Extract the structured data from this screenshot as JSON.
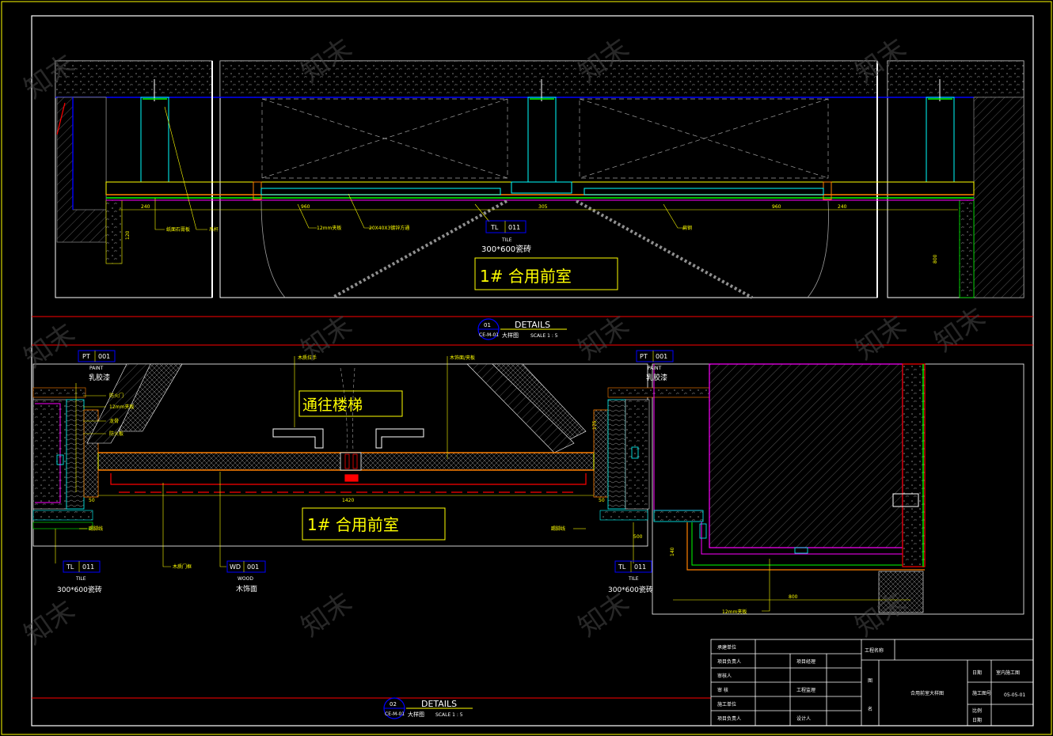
{
  "colors": {
    "background": "#000000",
    "frame": "#ffffff",
    "annotation": "#ffff00",
    "structure": "#00ffff",
    "ceiling": "#0000ff",
    "section_line": "#ff0000",
    "finish_line": "#00ff00",
    "wall_magenta": "#ff00ff",
    "wood": "#ff8000",
    "hatch": "#808080"
  },
  "top_detail": {
    "room_label": "1# 合用前室",
    "tag_code": "TL",
    "tag_number": "011",
    "tag_type": "TILE",
    "tag_spec": "300*600瓷砖",
    "notes": [
      "纸面石膏板",
      "吊杆",
      "12mm夹板",
      "20X40X3镀锌方通",
      "扁钢"
    ],
    "dims": [
      "240",
      "960",
      "305",
      "960",
      "240",
      "120",
      "800"
    ],
    "title_number": "01",
    "title_ref": "CE-M-01",
    "title_text": "DETAILS",
    "title_cn": "大样图",
    "title_scale": "SCALE  1 : 5"
  },
  "bottom_detail": {
    "room_label": "1# 合用前室",
    "stair_label": "通往楼梯",
    "left_tag": {
      "code": "PT",
      "number": "001",
      "type": "PAINT",
      "spec": "乳胶漆"
    },
    "right_tag": {
      "code": "PT",
      "number": "001",
      "type": "PAINT",
      "spec": "乳胶漆"
    },
    "tile_tag_left": {
      "code": "TL",
      "number": "011",
      "type": "TILE",
      "spec": "300*600瓷砖"
    },
    "tile_tag_right": {
      "code": "TL",
      "number": "011",
      "type": "TILE",
      "spec": "300*600瓷砖"
    },
    "wood_tag": {
      "code": "WD",
      "number": "001",
      "type": "WOOD",
      "spec": "木饰面"
    },
    "notes_left": [
      "防火门",
      "12mm夹板",
      "龙骨",
      "防火板"
    ],
    "note_top_left": "木质拉手",
    "note_top_right": "木饰面/夹板",
    "note_mid": "木质门框",
    "note_bottom": "12mm夹板",
    "note_skirt": "踢脚线",
    "dims": [
      "50",
      "1420",
      "50",
      "800",
      "500",
      "175",
      "140"
    ],
    "title_number": "02",
    "title_ref": "CE-M-01",
    "title_text": "DETAILS",
    "title_cn": "大样图",
    "title_scale": "SCALE  1 : 5"
  },
  "title_block": {
    "rows": [
      "承建单位",
      "项目负责人",
      "审核人",
      "审  核",
      "施工单位",
      "项目负责人"
    ],
    "values_mid": [
      "",
      "项目经理",
      "",
      "工程监理",
      "",
      "设计人"
    ],
    "project_label": "工程名称",
    "side_labels": [
      "图",
      "名"
    ],
    "drawing_name": "合用前室大样图",
    "info_labels": [
      "日期",
      "施工图号",
      "比例",
      "日期"
    ],
    "info_values": [
      "室内施工图",
      "05-05-01",
      "",
      ""
    ]
  },
  "watermarks": [
    "知末",
    "知末",
    "知末",
    "知末",
    "知末",
    "知末",
    "知末",
    "知末",
    "知末",
    "知末",
    "知末",
    "知末",
    "知末"
  ]
}
